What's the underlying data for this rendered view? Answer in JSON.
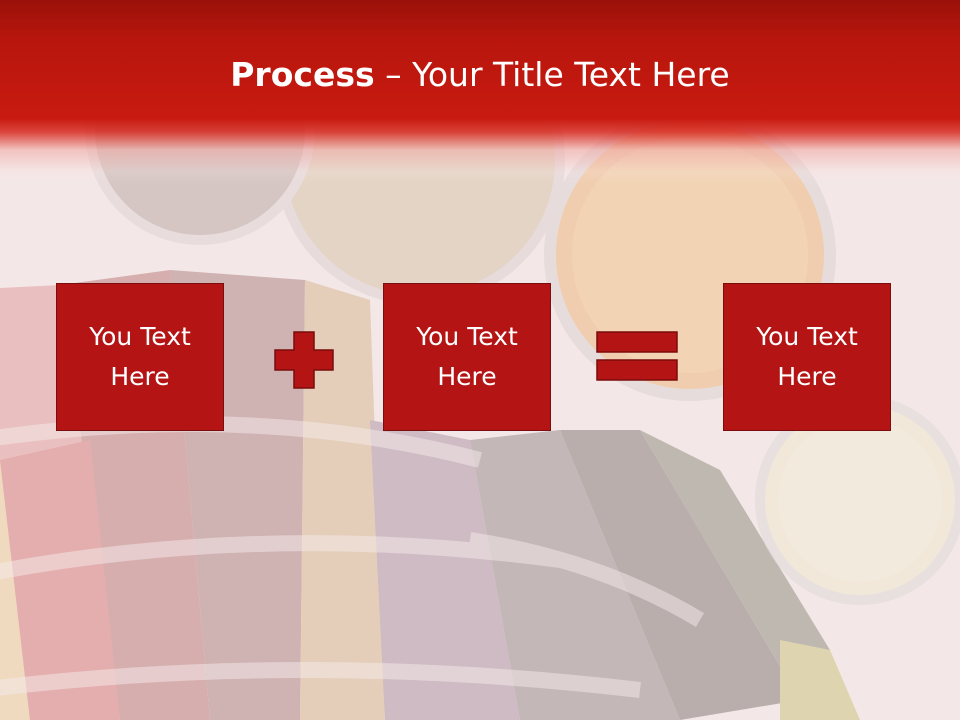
{
  "slide": {
    "title_bold": "Process",
    "title_rest": " – Your Title Text Here",
    "boxes": [
      {
        "text": "You Text Here"
      },
      {
        "text": "You Text Here"
      },
      {
        "text": "You Text Here"
      }
    ],
    "operators": [
      "plus-icon",
      "equals-icon"
    ],
    "colors": {
      "header": "#c81a10",
      "box": "#b41414",
      "box_border": "#7a0d0d",
      "text": "#ffffff"
    }
  }
}
